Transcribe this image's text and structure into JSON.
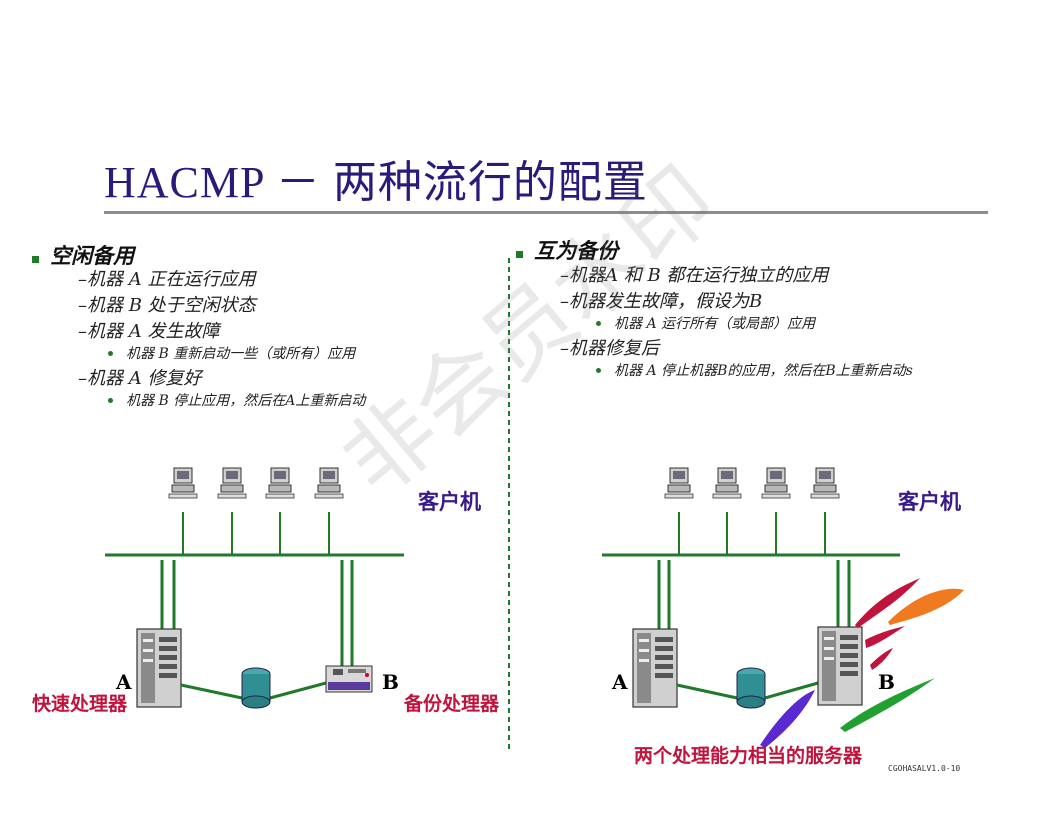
{
  "title": "HACMP － 两种流行的配置",
  "left": {
    "heading": "空闲备用",
    "items": [
      {
        "text": "–机器 A 正在运行应用",
        "sub": []
      },
      {
        "text": "–机器 B 处于空闲状态",
        "sub": []
      },
      {
        "text": "–机器 A 发生故障",
        "sub": [
          "机器 B 重新启动一些（或所有）应用"
        ]
      },
      {
        "text": "–机器 A 修复好",
        "sub": [
          "机器 B 停止应用，然后在A上重新启动"
        ]
      }
    ],
    "clients_label": "客户机",
    "label_a": "A",
    "label_b": "B",
    "fast_processor": "快速处理器",
    "backup_processor": "备份处理器"
  },
  "right": {
    "heading": "互为备份",
    "items": [
      {
        "text": "–机器A 和 B 都在运行独立的应用",
        "sub": []
      },
      {
        "text": "–机器发生故障，假设为B",
        "sub": [
          "机器 A 运行所有（或局部）应用"
        ]
      },
      {
        "text": "–机器修复后",
        "sub": [
          "机器 A 停止机器B的应用，然后在B上重新启动s"
        ]
      }
    ],
    "clients_label": "客户机",
    "label_a": "A",
    "label_b": "B",
    "caption": "两个处理能力相当的服务器"
  },
  "watermark": "非会员水印",
  "footer": "CGOHASALV1.0-10",
  "colors": {
    "title": "#2a1a7a",
    "line_green": "#1f7a2a",
    "label_blue": "#3a1a8a",
    "label_red": "#c0143c"
  }
}
